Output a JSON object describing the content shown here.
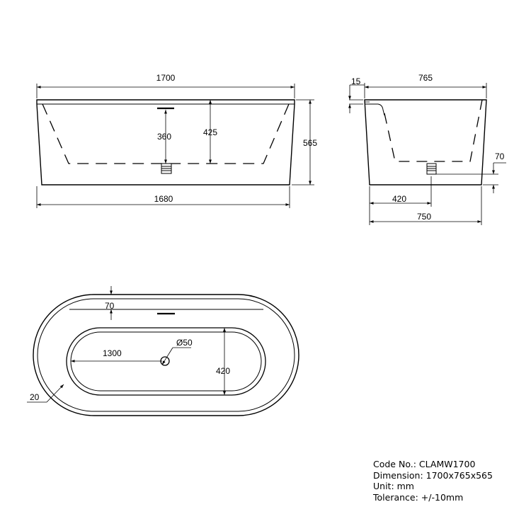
{
  "front_view": {
    "overall_length": "1700",
    "base_length": "1680",
    "overall_height": "565",
    "inner_depth": "425",
    "overflow_depth": "360"
  },
  "side_view": {
    "top_width": "765",
    "rim_thickness": "15",
    "base_width": "750",
    "waste_offset": "420",
    "waste_height": "70"
  },
  "top_view": {
    "rim_width": "70",
    "inner_length": "1300",
    "inner_width": "420",
    "waste_diameter": "Ø50",
    "shell_thickness": "20"
  },
  "info": {
    "code": "Code No.: CLAMW1700",
    "dimension": "Dimension: 1700x765x565",
    "unit": "Unit: mm",
    "tolerance": "Tolerance: +/-10mm"
  }
}
